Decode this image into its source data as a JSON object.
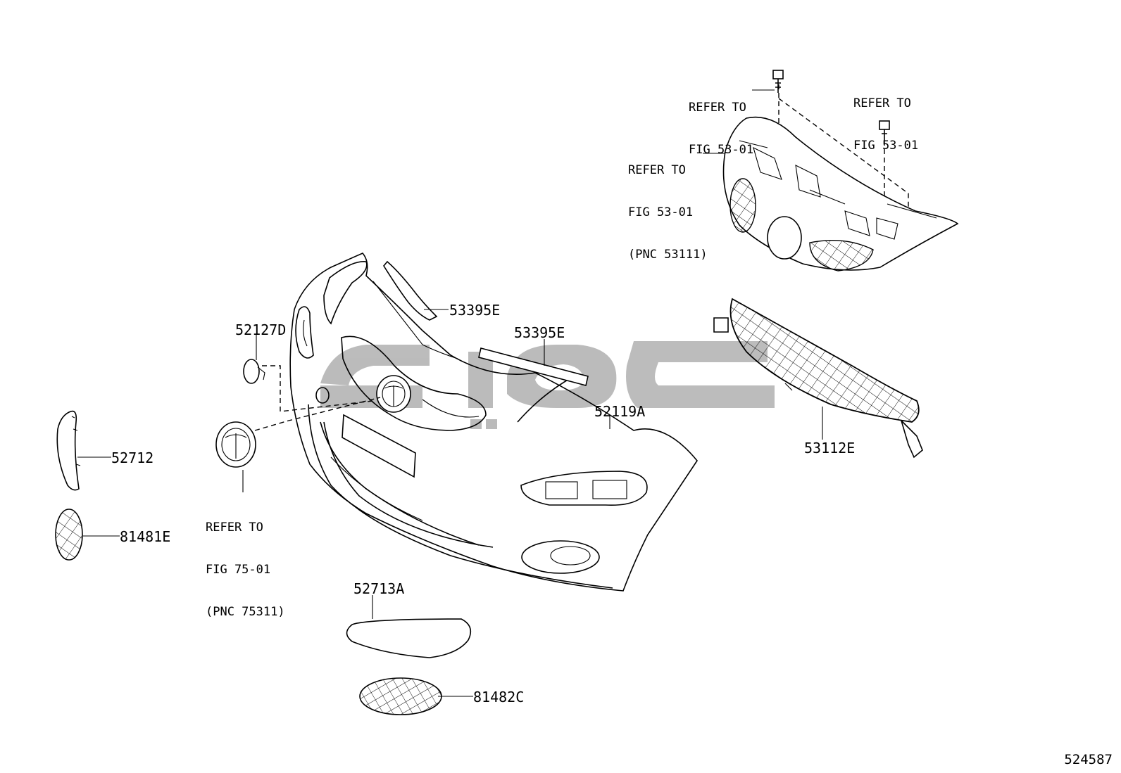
{
  "diagram": {
    "document_id": "524587",
    "watermark_color": "#b8b8b8",
    "parts": [
      {
        "id": "p53395e_a",
        "label": "53395E"
      },
      {
        "id": "p53395e_b",
        "label": "53395E"
      },
      {
        "id": "p52127d",
        "label": "52127D"
      },
      {
        "id": "p52119a",
        "label": "52119A"
      },
      {
        "id": "p53112e",
        "label": "53112E"
      },
      {
        "id": "p52712",
        "label": "52712"
      },
      {
        "id": "p81481e",
        "label": "81481E"
      },
      {
        "id": "p52713a",
        "label": "52713A"
      },
      {
        "id": "p81482c",
        "label": "81482C"
      }
    ],
    "references": [
      {
        "id": "ref1",
        "line1": "REFER TO",
        "line2": "FIG 53-01",
        "line3": ""
      },
      {
        "id": "ref2",
        "line1": "REFER TO",
        "line2": "FIG 53-01",
        "line3": ""
      },
      {
        "id": "ref3",
        "line1": "REFER TO",
        "line2": "FIG 53-01",
        "line3": "(PNC 53111)"
      },
      {
        "id": "ref4",
        "line1": "REFER TO",
        "line2": "FIG 75-01",
        "line3": "(PNC 75311)"
      }
    ]
  }
}
